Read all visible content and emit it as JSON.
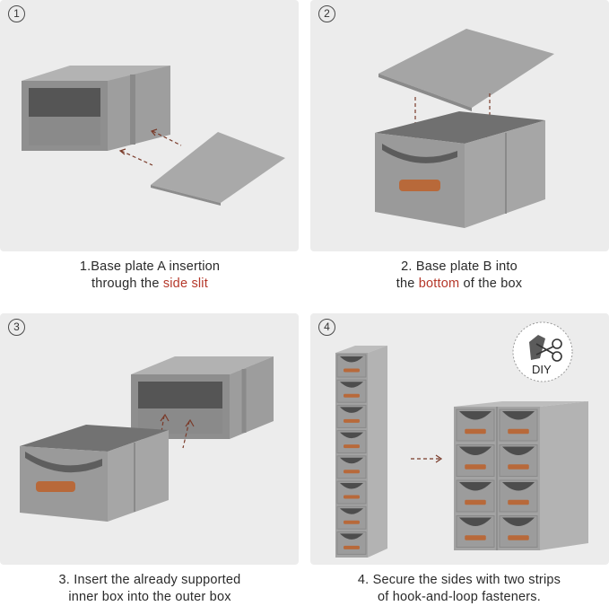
{
  "steps": [
    {
      "badge": "1",
      "line1": "1.Base plate A insertion",
      "line2_before": "through the ",
      "line2_highlight": "side slit",
      "line2_after": ""
    },
    {
      "badge": "2",
      "line1": "2. Base plate B into",
      "line2_before": "the ",
      "line2_highlight": "bottom",
      "line2_after": " of the box"
    },
    {
      "badge": "3",
      "line1": "3. Insert the already supported",
      "line2_before": "inner box into the outer box",
      "line2_highlight": "",
      "line2_after": ""
    },
    {
      "badge": "4",
      "line1": "4. Secure the sides with two strips",
      "line2_before": "of hook-and-loop fasteners.",
      "line2_highlight": "",
      "line2_after": ""
    }
  ],
  "diy_badge": "DIY",
  "colors": {
    "panel": "#ececec",
    "box": "#9b9b9b",
    "box_dark": "#5f5f5f",
    "handle": "#b8693a",
    "highlight": "#b5382a"
  }
}
